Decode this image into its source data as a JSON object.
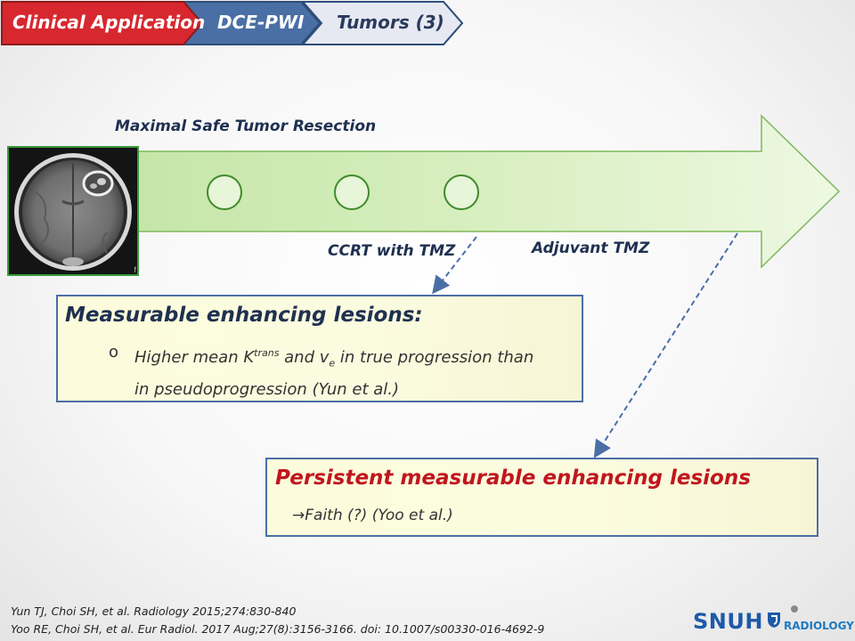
{
  "breadcrumb": {
    "items": [
      {
        "label": "Clinical Application"
      },
      {
        "label": "DCE-PWI"
      },
      {
        "label": "Tumors (3)"
      }
    ],
    "colors": [
      "#d7282f",
      "#4a6fa5",
      "#e6e9f2"
    ]
  },
  "timeline": {
    "start_label": "Maximal  Safe Tumor Resection",
    "ccrt_label": "CCRT with TMZ",
    "adjuvant_label": "Adjuvant TMZ",
    "image_marker": "f"
  },
  "box1": {
    "title": "Measurable enhancing lesions:",
    "bullet_symbol": "o",
    "line1_prefix": "Higher mean K",
    "line1_sup": "trans",
    "line1_mid": " and v",
    "line1_sub": "e",
    "line1_suffix": " in true progression than",
    "line2": "in pseudoprogression (Yun et al.)"
  },
  "box2": {
    "title": "Persistent measurable enhancing lesions",
    "arrow": "→",
    "text": "Faith (?) (Yoo et al.)"
  },
  "references": [
    "Yun TJ, Choi SH, et al. Radiology 2015;274:830-840",
    "Yoo RE, Choi SH, et al. Eur Radiol. 2017 Aug;27(8):3156-3166.  doi: 10.1007/s00330-016-4692-9"
  ],
  "logo": {
    "name": "SNUH",
    "subtitle": "RADIOLOGY"
  }
}
